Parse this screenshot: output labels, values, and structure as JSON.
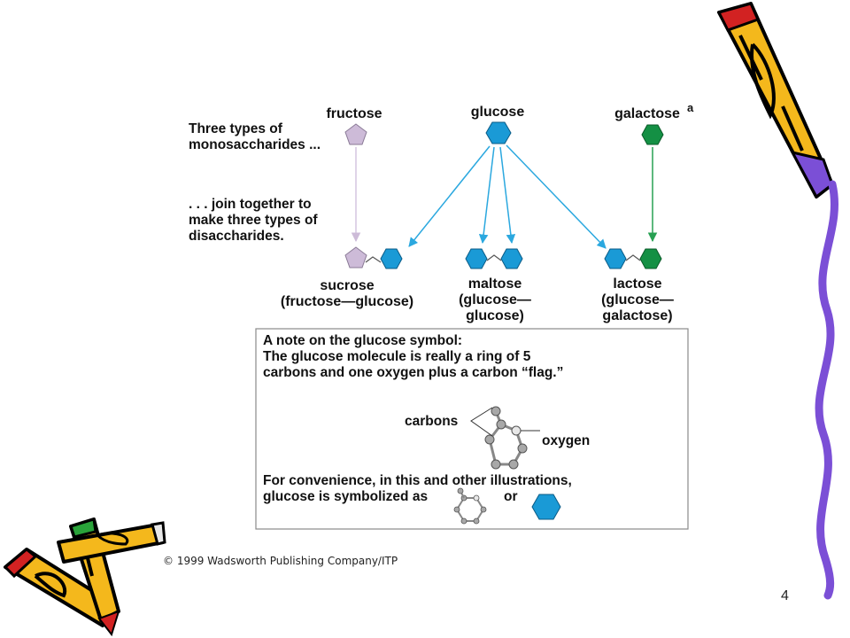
{
  "labels": {
    "fructose": "fructose",
    "glucose": "glucose",
    "galactose": "galactose",
    "galactose_sup": "a",
    "intro_line1": "Three types of",
    "intro_line2": "monosaccharides ...",
    "join_line1": ". . . join together to",
    "join_line2": "make three types of",
    "join_line3": "disaccharides.",
    "sucrose_name": "sucrose",
    "sucrose_parts": "(fructose—glucose)",
    "maltose_name": "maltose",
    "maltose_parts1": "(glucose—",
    "maltose_parts2": "glucose)",
    "lactose_name": "lactose",
    "lactose_parts1": "(glucose—",
    "lactose_parts2": "galactose)"
  },
  "note": {
    "title": "A note on the glucose symbol:",
    "line1": "The glucose molecule is really a ring of 5",
    "line2": "carbons and one oxygen plus a carbon “flag.”",
    "carbons_label": "carbons",
    "oxygen_label": "oxygen",
    "footer1": "For convenience, in this and other illustrations,",
    "footer2": "glucose is symbolized as",
    "or_word": "or"
  },
  "copyright": "© 1999 Wadsworth Publishing Company/ITP",
  "page_number": "4",
  "colors": {
    "fructose": "#cdbbd8",
    "glucose": "#1a9ad6",
    "galactose": "#149044",
    "glucose_arrow": "#2ba8df",
    "fructose_arrow": "#d4c6e0",
    "galactose_arrow": "#27a052"
  }
}
